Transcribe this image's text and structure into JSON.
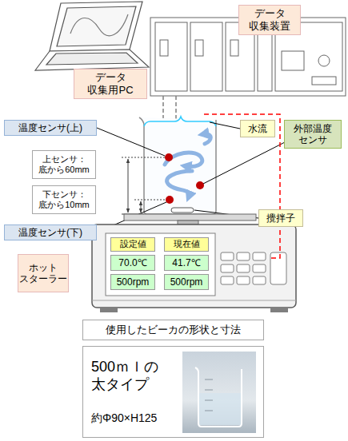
{
  "diagram": {
    "nodes": [
      {
        "text": [
          "データ 収集装置"
        ]
      },
      {
        "text": [
          "データ 収集用PC"
        ]
      },
      {
        "text": [
          "温度センサ(上)"
        ]
      },
      {
        "text": [
          "水流"
        ]
      },
      {
        "text": [
          "外部温度 センサ"
        ]
      },
      {
        "text": [
          "上センサ： 底から60mm"
        ]
      },
      {
        "text": [
          "下センサ： 底から10mm"
        ]
      },
      {
        "text": [
          "攪拌子"
        ]
      },
      {
        "text": [
          "温度センサ(下)"
        ]
      },
      {
        "text": [
          "ホット スターラー"
        ]
      },
      {
        "text": [
          "設定値"
        ]
      },
      {
        "text": [
          "現在値"
        ]
      },
      {
        "text": [
          "70.0℃"
        ]
      },
      {
        "text": [
          "41.7℃"
        ]
      },
      {
        "text": [
          "500rpm"
        ]
      },
      {
        "text": [
          "500rpm"
        ]
      },
      {
        "text": [
          "使用したビーカの形状と寸法"
        ]
      },
      {
        "text": [
          "500ｍｌの 太タイプ",
          "約Φ90×H125"
        ]
      }
    ]
  }
}
